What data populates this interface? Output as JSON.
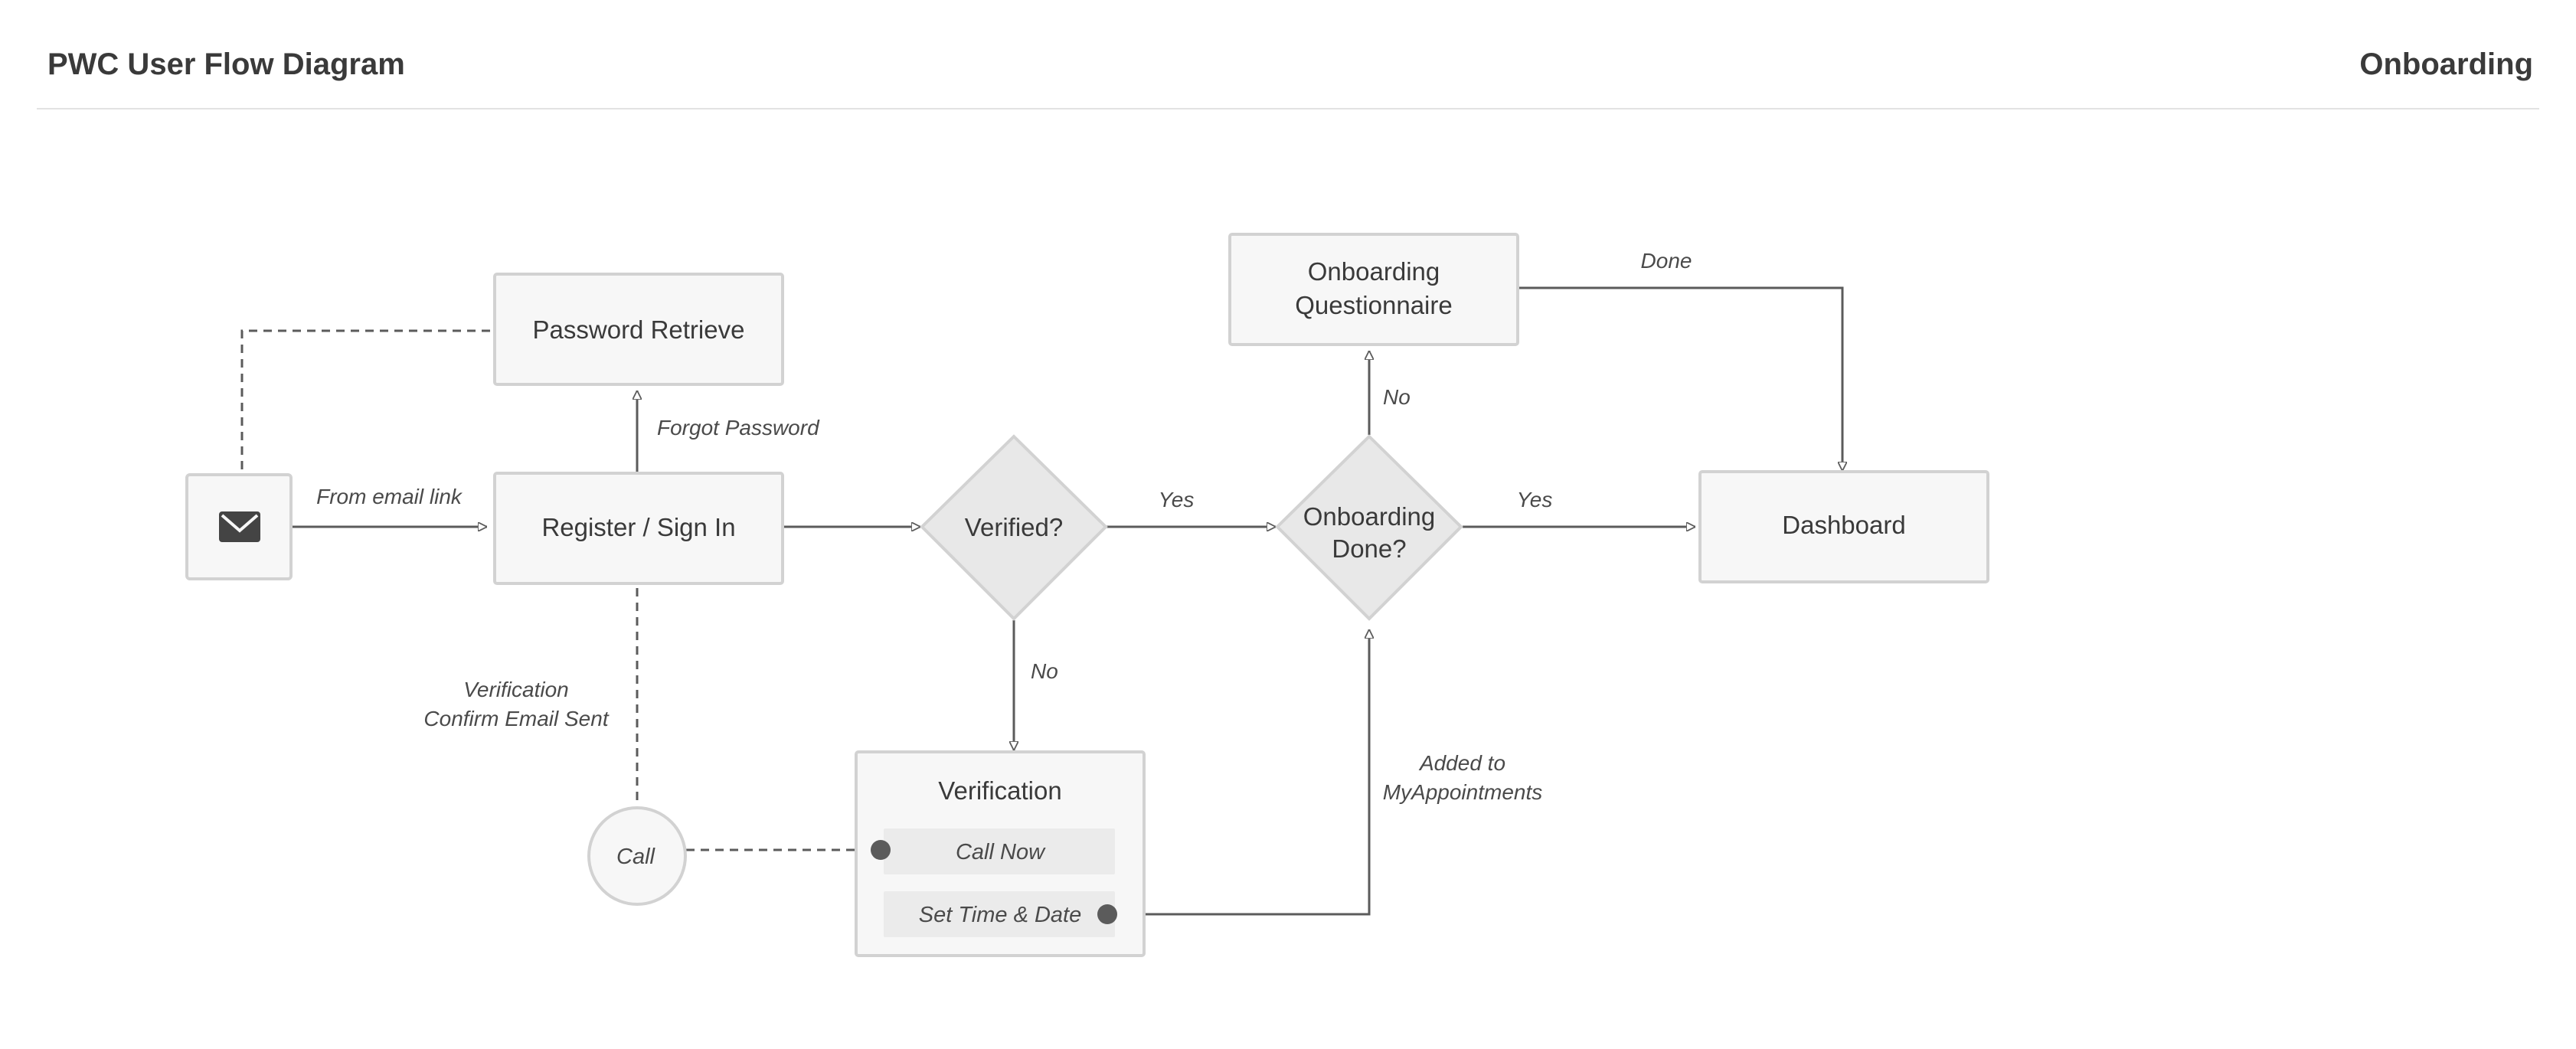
{
  "header": {
    "title": "PWC User Flow Diagram",
    "section": "Onboarding"
  },
  "icons": {
    "email": "envelope-icon"
  },
  "nodes": {
    "password_retrieve": "Password Retrieve",
    "register_sign_in": "Register / Sign In",
    "verified": "Verified?",
    "onboarding_questionnaire": [
      "Onboarding",
      "Questionnaire"
    ],
    "onboarding_done": [
      "Onboarding",
      "Done?"
    ],
    "dashboard": "Dashboard",
    "verification": {
      "title": "Verification",
      "options": [
        "Call Now",
        "Set Time & Date"
      ]
    },
    "call": "Call"
  },
  "edges": {
    "from_email_link": "From email link",
    "forgot_password": "Forgot Password",
    "verified_yes": "Yes",
    "verified_no": "No",
    "onboarding_yes": "Yes",
    "onboarding_no": "No",
    "done": "Done",
    "verification_sent": [
      "Verification",
      "Confirm Email Sent"
    ],
    "added_to": [
      "Added to",
      "MyAppointments"
    ]
  },
  "colors": {
    "node_fill": "#f7f7f7",
    "node_border": "#d2d2d2",
    "decision_fill": "#e8e8e8",
    "connector": "#5b5b5b"
  }
}
